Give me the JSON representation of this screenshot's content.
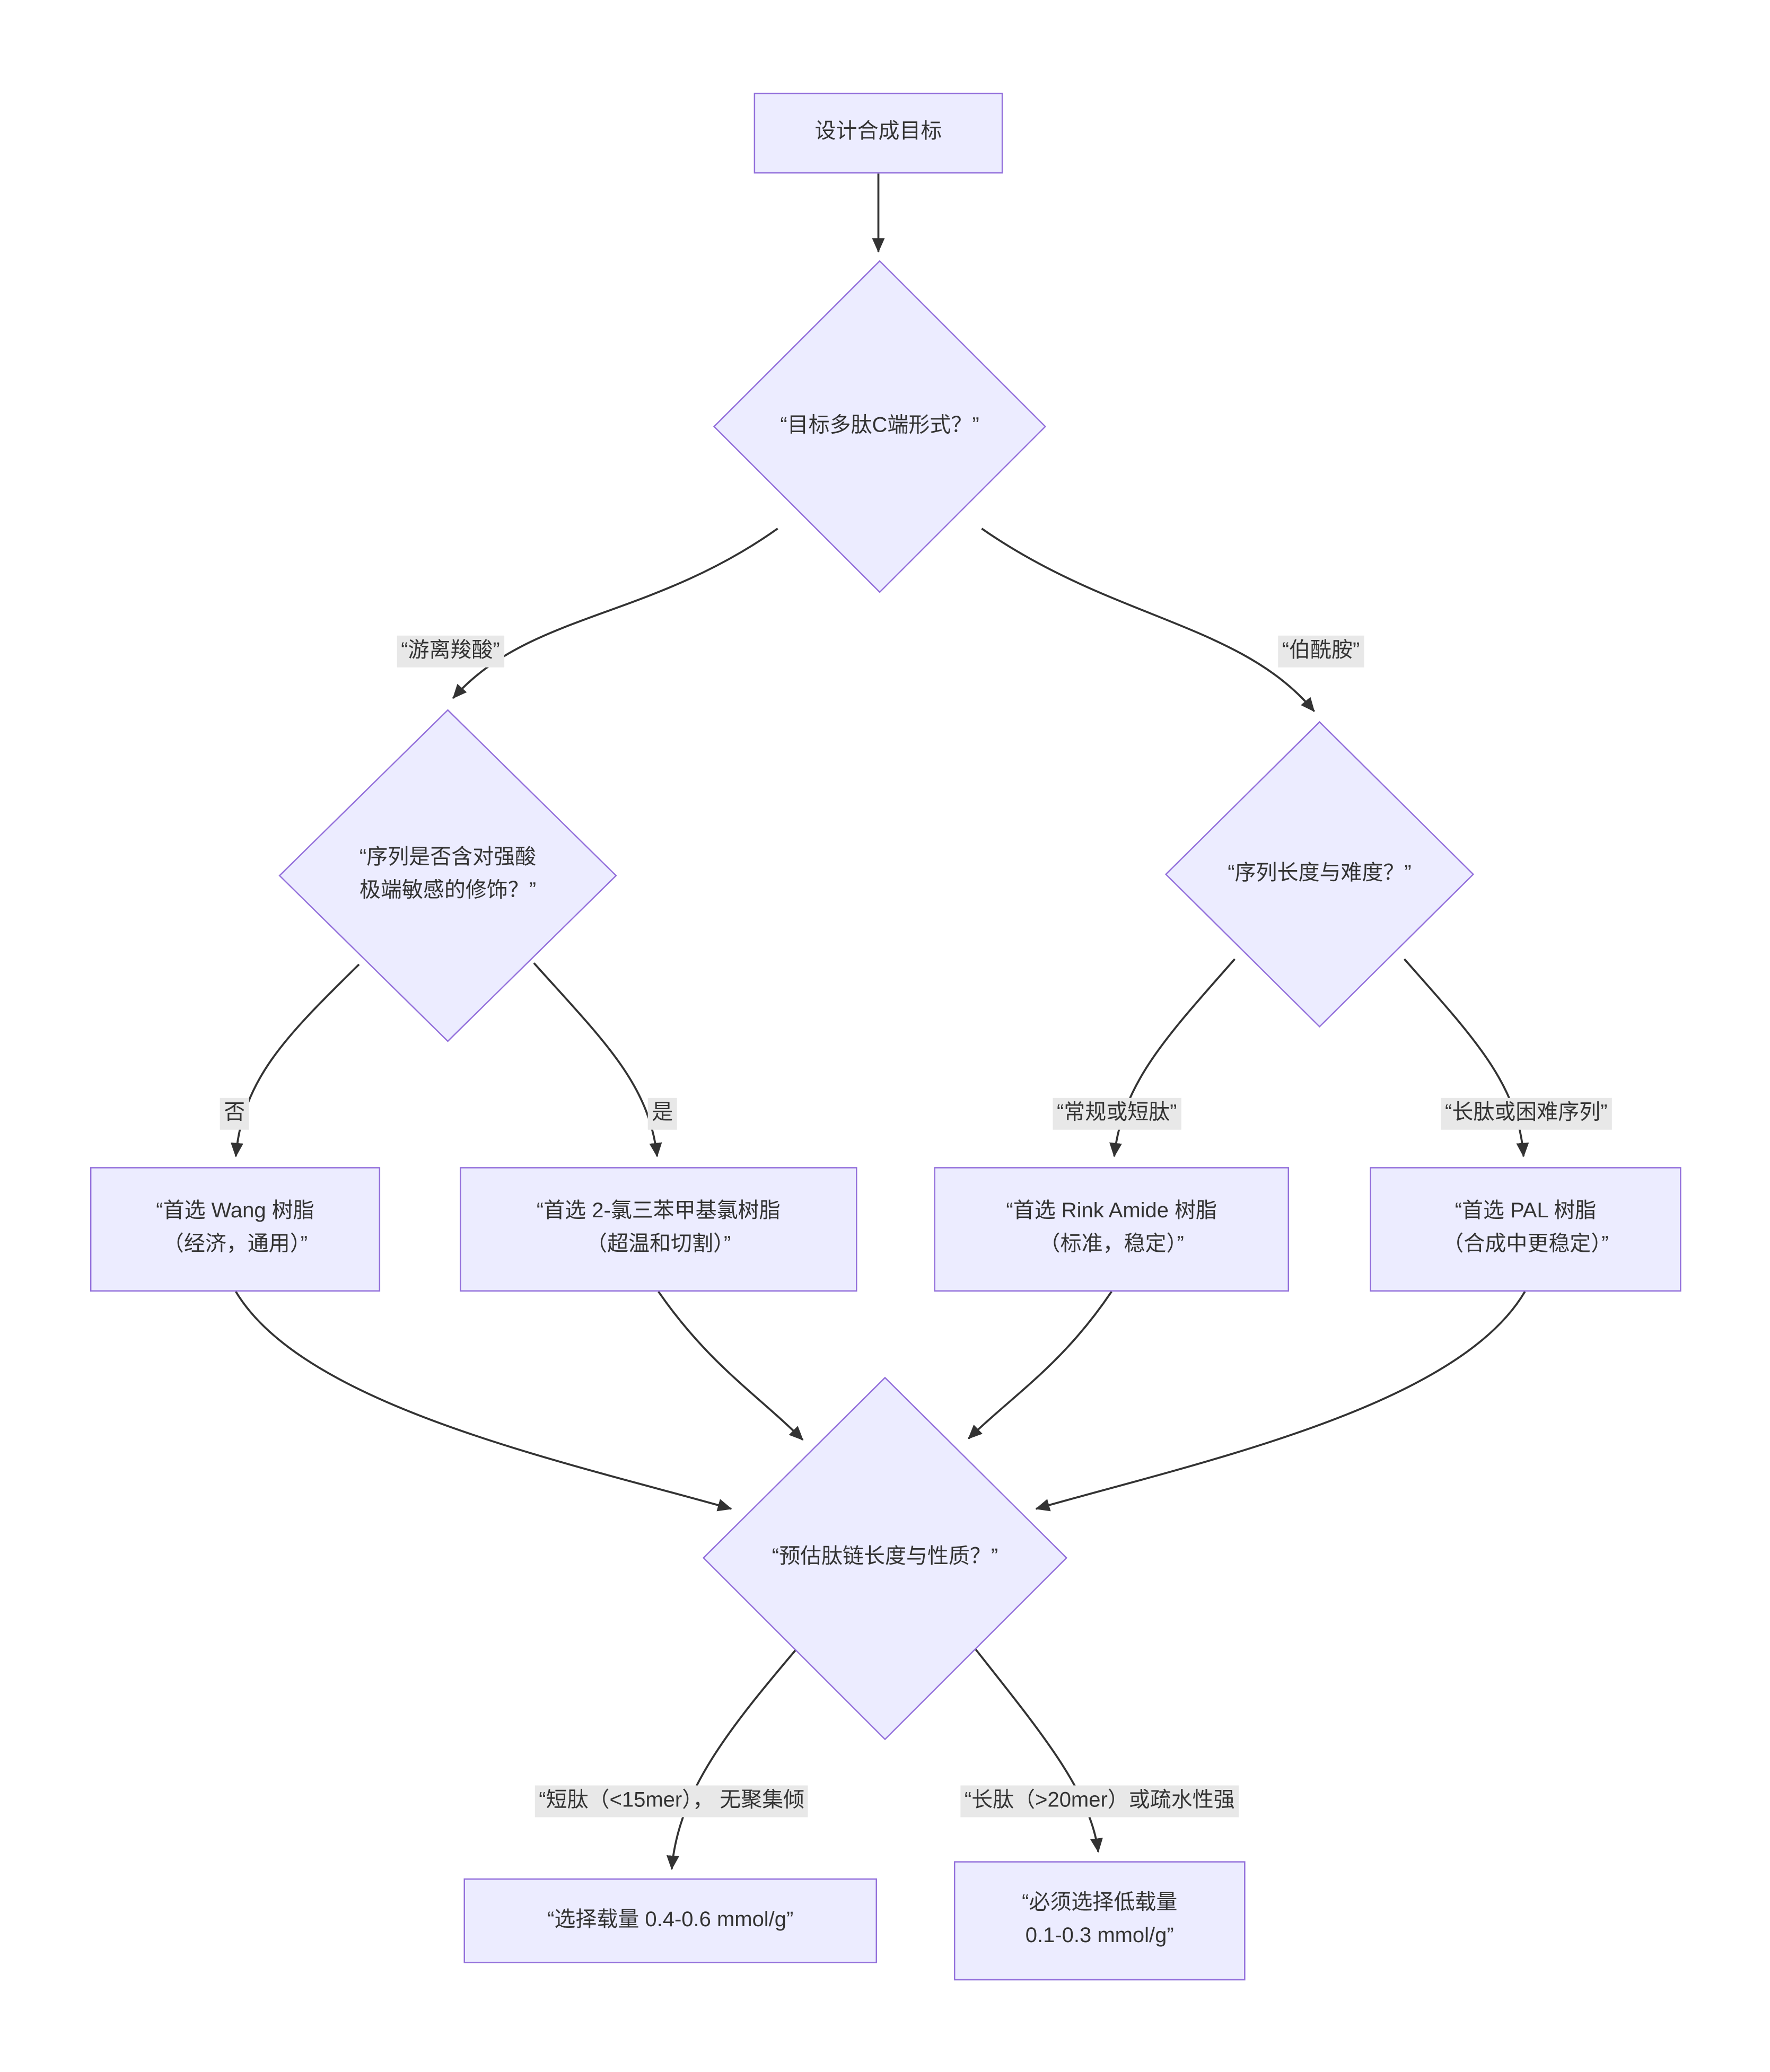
{
  "nodes": {
    "start": "设计合成目标",
    "cterm_question": "“目标多肽C端形式？”",
    "acid_question": "“序列是否含对强酸\n极端敏感的修饰？”",
    "length_question": "“序列长度与难度？”",
    "wang": "“首选 Wang 树脂\n（经济，通用）”",
    "ctc": "“首选 2-氯三苯甲基氯树脂\n（超温和切割）”",
    "rink": "“首选 Rink Amide 树脂\n（标准，稳定）”",
    "pal": "“首选 PAL 树脂\n（合成中更稳定）”",
    "estimate_question": "“预估肽链长度与性质？”",
    "loading_standard": "“选择载量 0.4-0.6 mmol/g”",
    "loading_low": "“必须选择低载量\n0.1-0.3 mmol/g”"
  },
  "edge_labels": {
    "free_acid": "“游离羧酸”",
    "amide": "“伯酰胺”",
    "no": "否",
    "yes": "是",
    "regular_short": "“常规或短肽”",
    "long_difficult": "“长肽或困难序列”",
    "short_no_agg": "“短肽（<15mer）， 无聚集倾",
    "long_hydrophobic": "“长肽（>20mer）或疏水性强"
  },
  "colors": {
    "node_fill": "#ECECFF",
    "node_border": "#9370DB",
    "edge": "#333333",
    "text": "#333333",
    "label_bg": "#e8e8e8"
  }
}
